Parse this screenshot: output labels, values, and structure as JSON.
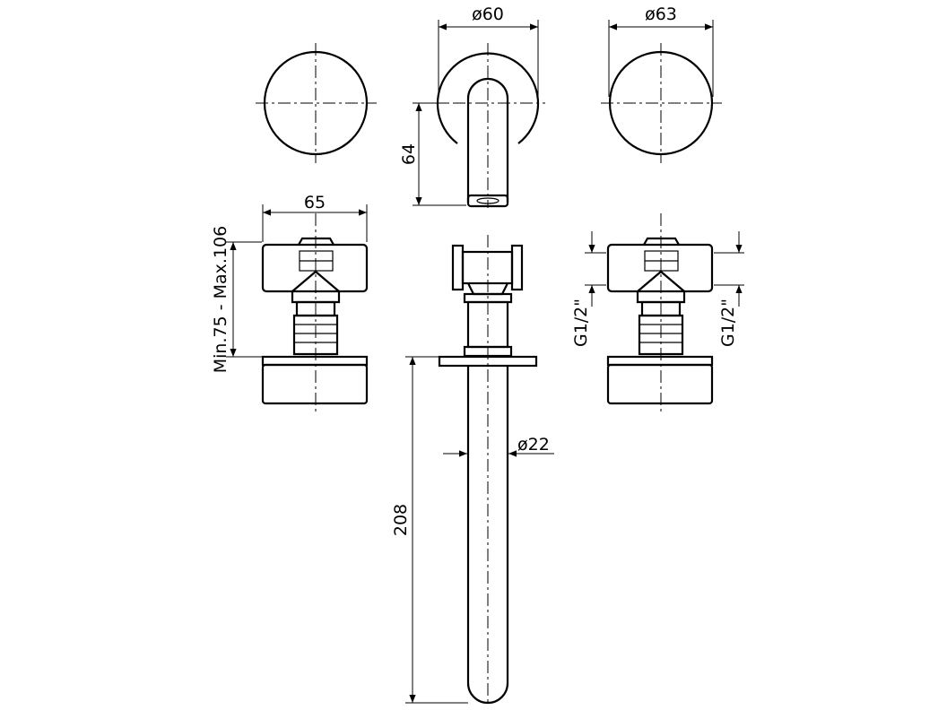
{
  "dimensions": {
    "rosette_small_diameter": "ø60",
    "rosette_large_diameter": "ø63",
    "spout_height": "64",
    "valve_width": "65",
    "valve_depth_range": "Min.75 - Max.106",
    "pipe_diameter": "ø22",
    "spout_length": "208",
    "thread_left": "G1/2\"",
    "thread_right": "G1/2\""
  }
}
